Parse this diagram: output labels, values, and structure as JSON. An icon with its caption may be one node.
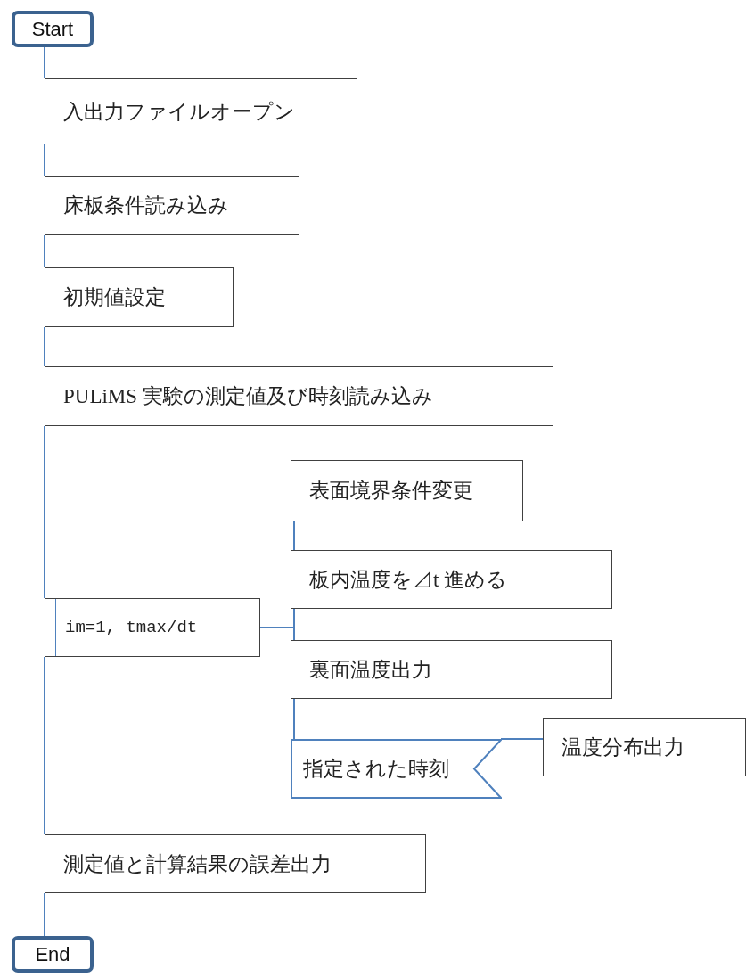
{
  "diagram": {
    "nodes": [
      {
        "text": [
          "Start"
        ]
      },
      {
        "text": [
          "入出力ファイルオープン"
        ]
      },
      {
        "text": [
          "床板条件読み込み"
        ]
      },
      {
        "text": [
          "初期値設定"
        ]
      },
      {
        "text": [
          "PULiMS 実験の測定値及び時刻読み込み"
        ]
      },
      {
        "text": [
          "im=1,  tmax/dt"
        ]
      },
      {
        "text": [
          "表面境界条件変更"
        ]
      },
      {
        "text": [
          "板内温度を⊿t 進める"
        ]
      },
      {
        "text": [
          "裏面温度出力"
        ]
      },
      {
        "text": [
          "指定された時刻"
        ]
      },
      {
        "text": [
          "温度分布出力"
        ]
      },
      {
        "text": [
          "測定値と計算結果の誤差出力"
        ]
      },
      {
        "text": [
          "End"
        ]
      }
    ],
    "edges": [
      {
        "from": 0,
        "to": 1,
        "arrow": "none"
      },
      {
        "from": 1,
        "to": 2,
        "arrow": "none"
      },
      {
        "from": 2,
        "to": 3,
        "arrow": "none"
      },
      {
        "from": 3,
        "to": 4,
        "arrow": "none"
      },
      {
        "from": 4,
        "to": 5,
        "arrow": "none"
      },
      {
        "from": 5,
        "to": 11,
        "arrow": "none"
      },
      {
        "from": 11,
        "to": 12,
        "arrow": "none"
      },
      {
        "from": 5,
        "to": 7,
        "arrow": "none"
      },
      {
        "from": 6,
        "to": 7,
        "arrow": "none"
      },
      {
        "from": 7,
        "to": 8,
        "arrow": "none"
      },
      {
        "from": 8,
        "to": 9,
        "arrow": "none"
      },
      {
        "from": 9,
        "to": 10,
        "arrow": "none"
      }
    ]
  }
}
